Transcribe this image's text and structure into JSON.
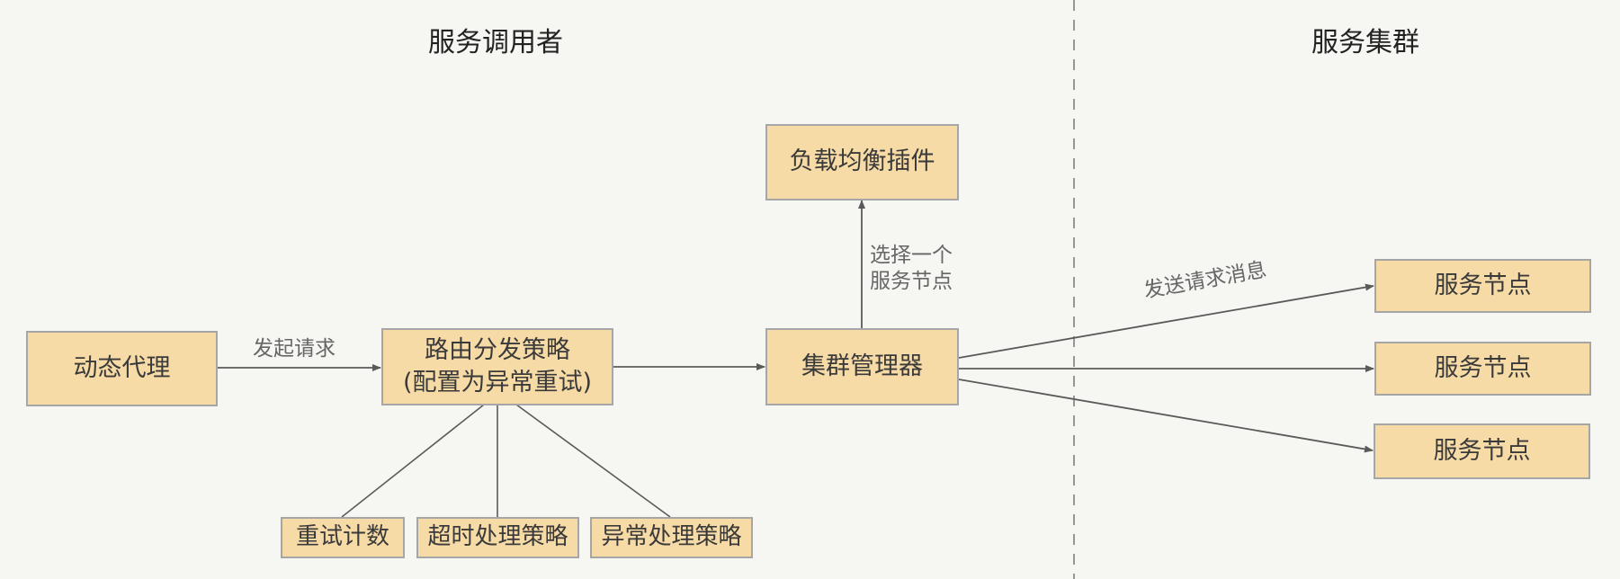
{
  "sections": {
    "caller_title": "服务调用者",
    "cluster_title": "服务集群"
  },
  "nodes": {
    "dynamic_proxy": "动态代理",
    "routing_line1": "路由分发策略",
    "routing_line2": "(配置为异常重试)",
    "cluster_manager": "集群管理器",
    "load_balancer": "负载均衡插件",
    "service_nodes": [
      "服务节点",
      "服务节点",
      "服务节点"
    ],
    "retry_count": "重试计数",
    "timeout_policy": "超时处理策略",
    "exception_policy": "异常处理策略"
  },
  "edge_labels": {
    "initiate_request": "发起请求",
    "select_node_line1": "选择一个",
    "select_node_line2": "服务节点",
    "send_request": "发送请求消息"
  },
  "colors": {
    "box_fill": "#f7dba7",
    "box_border": "#a6a6a6",
    "line": "#5a5a5a",
    "background": "#f6f6f2"
  }
}
